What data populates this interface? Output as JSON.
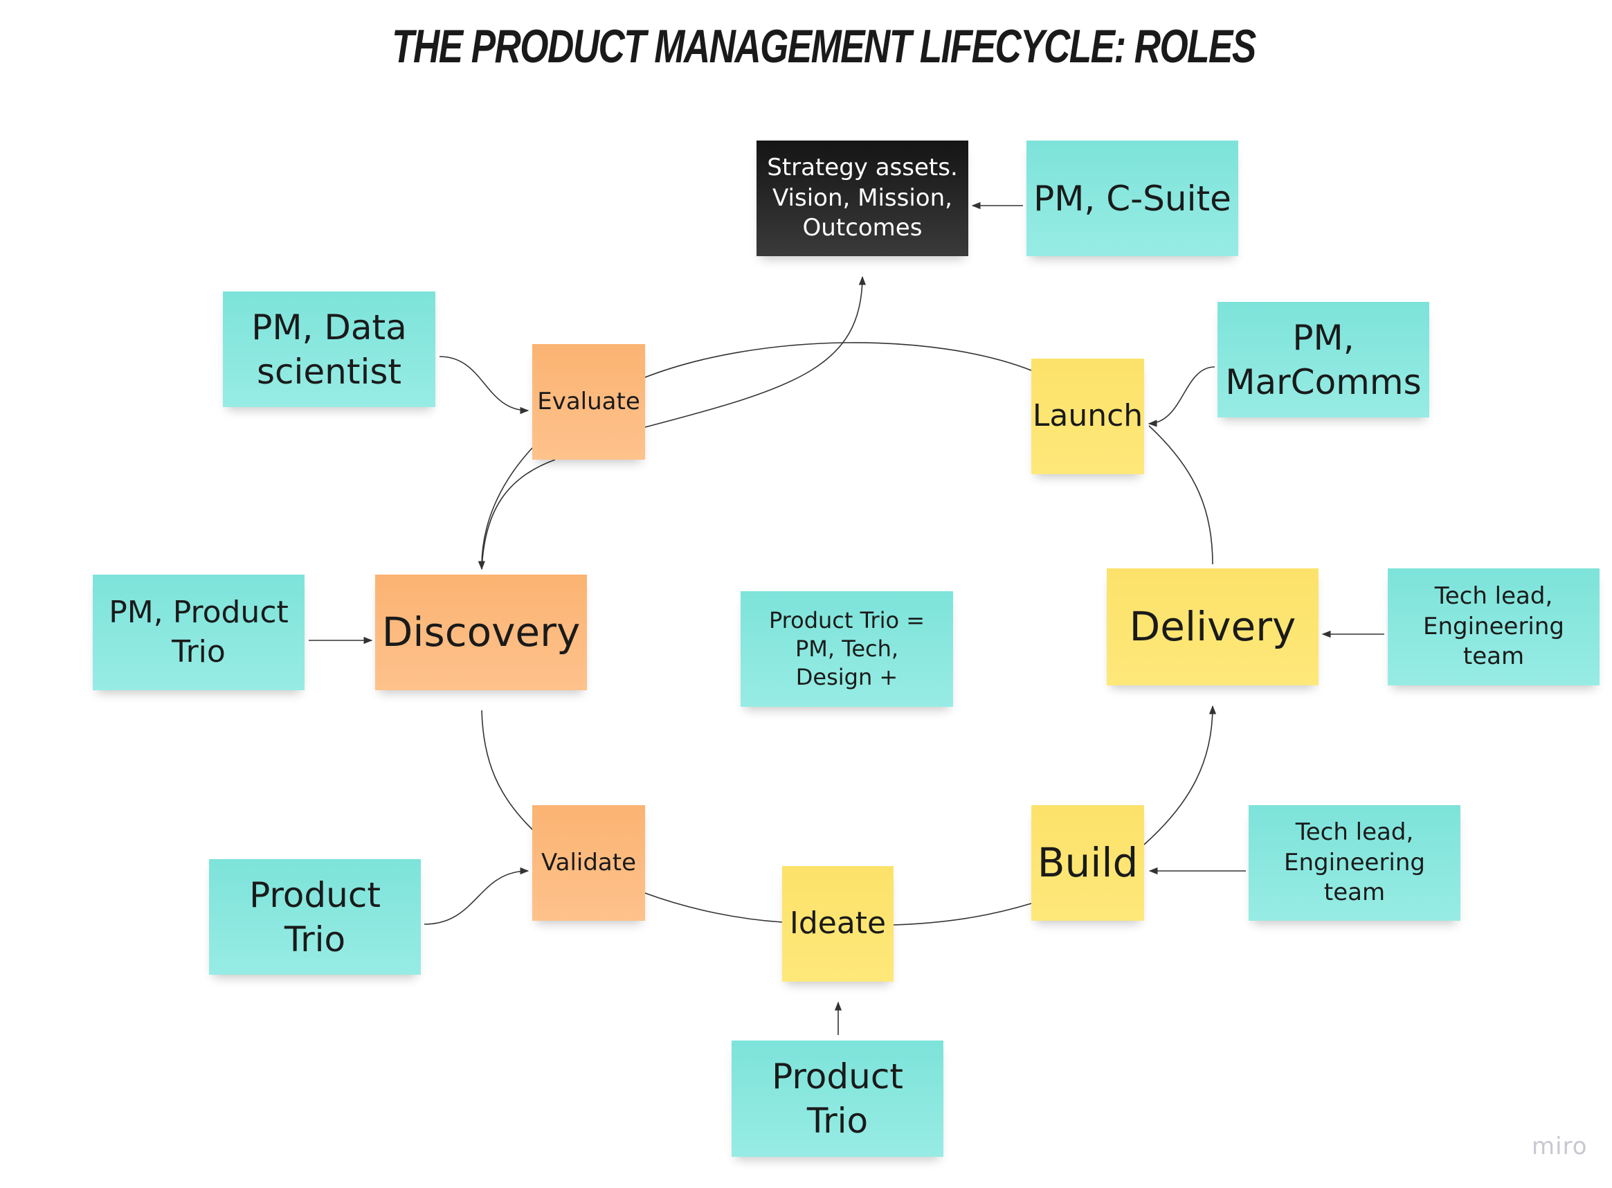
{
  "title": "THE PRODUCT MANAGEMENT LIFECYCLE: ROLES",
  "colors": {
    "role_note": "#7de3da",
    "phase_orange": "#fbb372",
    "phase_yellow": "#fce26a",
    "strategy": "#1f1f1f",
    "connector": "#333333"
  },
  "strategy": {
    "label": "Strategy assets. Vision, Mission, Outcomes"
  },
  "phases": {
    "evaluate": "Evaluate",
    "launch": "Launch",
    "discovery": "Discovery",
    "delivery": "Delivery",
    "validate": "Validate",
    "ideate": "Ideate",
    "build": "Build"
  },
  "roles": {
    "strategy": "PM, C-Suite",
    "evaluate": "PM, Data scientist",
    "launch": "PM, MarComms",
    "discovery": "PM, Product Trio",
    "delivery": "Tech lead, Engineering team",
    "validate": "Product Trio",
    "ideate": "Product Trio",
    "build": "Tech lead, Engineering team"
  },
  "legend_note": "Product Trio = PM, Tech, Design +",
  "watermark": "miro"
}
